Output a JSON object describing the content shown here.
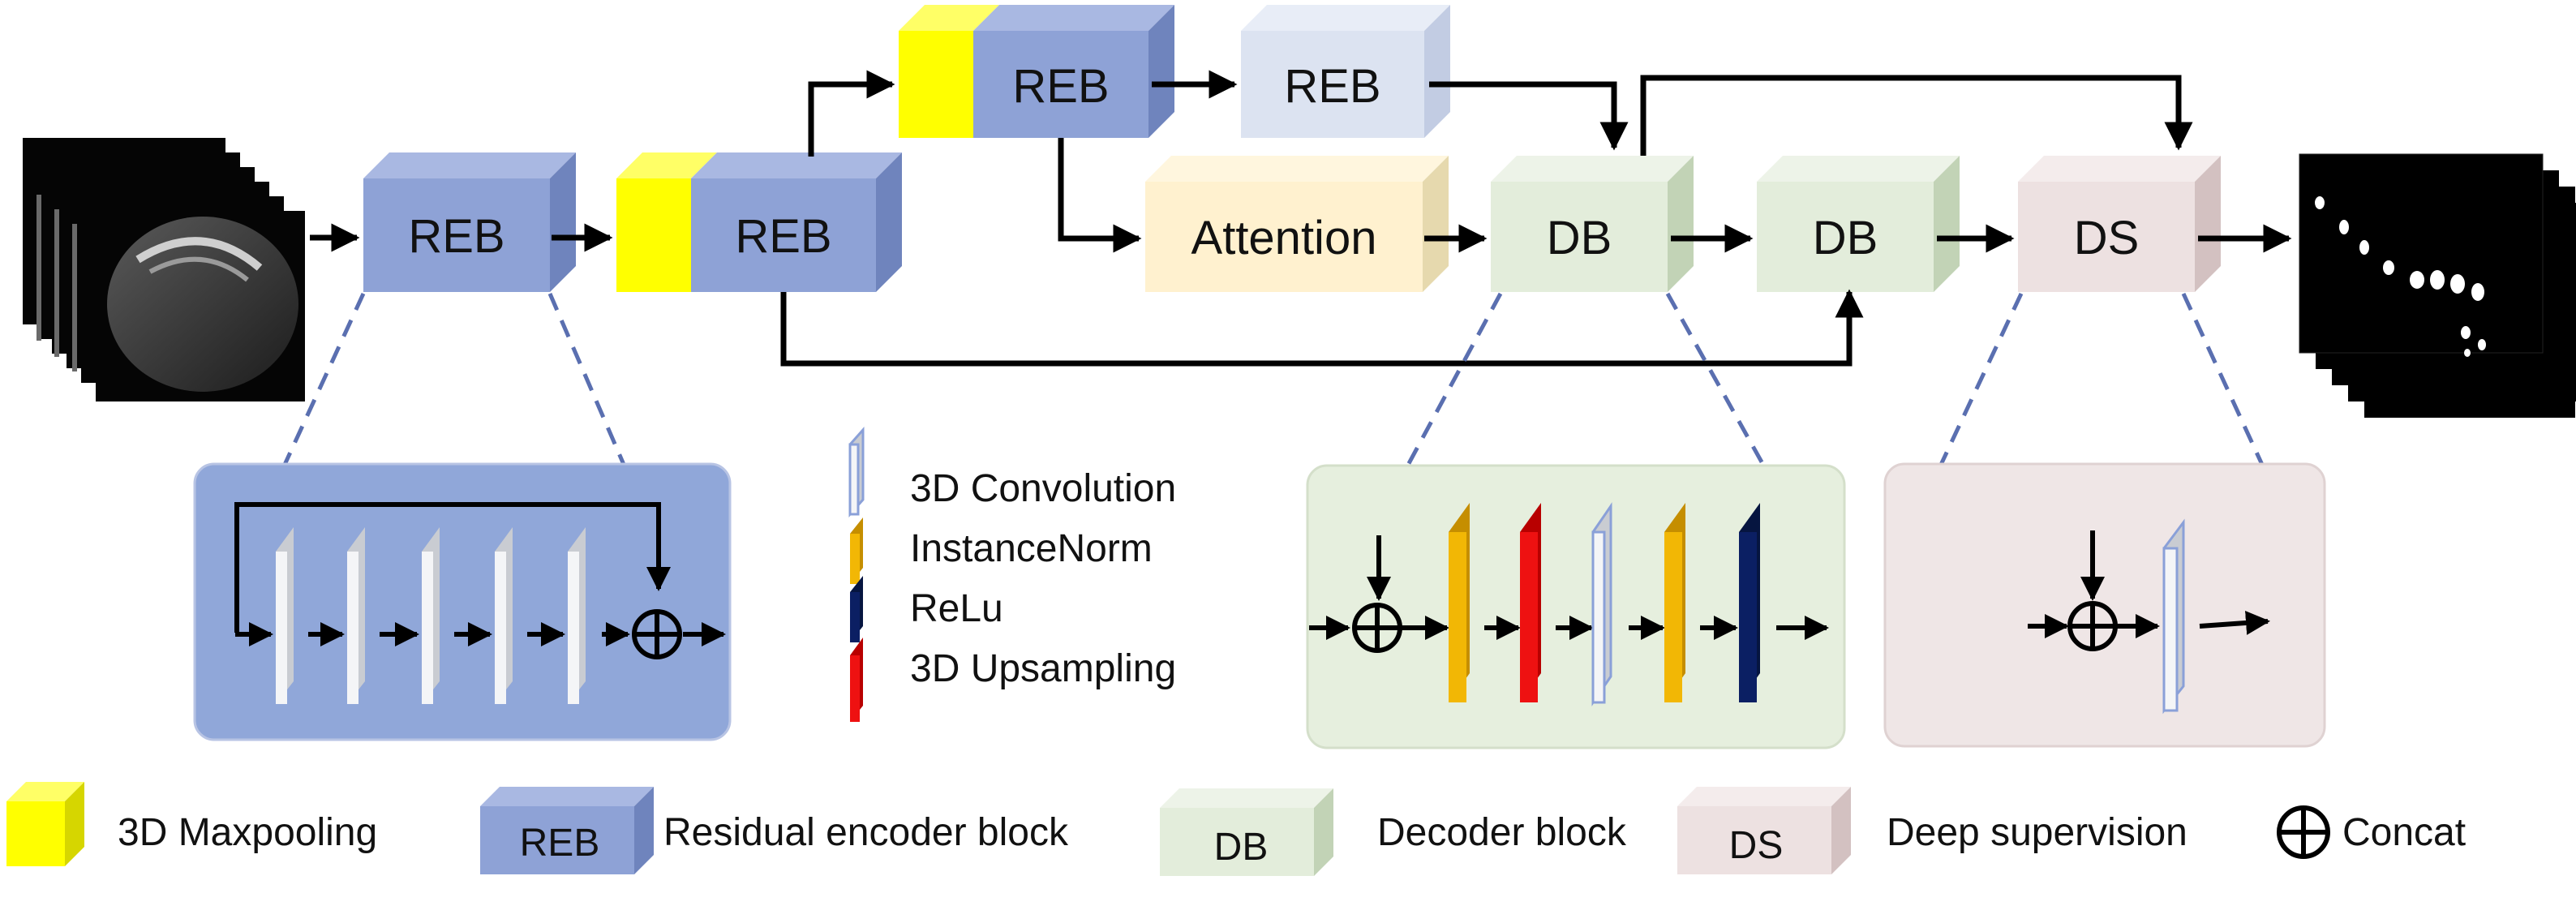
{
  "colors": {
    "reb": "#8EA2D6",
    "reb_light": "#DCE3F1",
    "maxpool": "#FFFF00",
    "attention": "#FFF1CF",
    "db": "#E3EDDB",
    "ds": "#EDE1E1",
    "panel_reb": "#90A7D9",
    "panel_db": "#E6EFDE",
    "panel_ds": "#EFE6E6",
    "conv": "#D4D6DA",
    "instancenorm": "#F2B705",
    "relu": "#0B1F63",
    "upsampling": "#EE1111",
    "dashed": "#5A6FB0"
  },
  "blocks": {
    "reb1": "REB",
    "reb2": "REB",
    "reb3": "REB",
    "reb4": "REB",
    "attention": "Attention",
    "db1": "DB",
    "db2": "DB",
    "ds": "DS"
  },
  "layer_legend": {
    "conv": "3D Convolution",
    "instancenorm": "InstanceNorm",
    "relu": "ReLu",
    "upsampling": "3D Upsampling"
  },
  "bottom_legend": {
    "maxpool": "3D Maxpooling",
    "reb_abbr": "REB",
    "reb": "Residual encoder block",
    "db_abbr": "DB",
    "db": "Decoder block",
    "ds_abbr": "DS",
    "ds": "Deep supervision",
    "concat": "Concat"
  },
  "icons": {
    "input": "ct-slice-stack-icon",
    "output": "segmentation-mask-stack-icon",
    "concat": "circle-plus-icon"
  }
}
